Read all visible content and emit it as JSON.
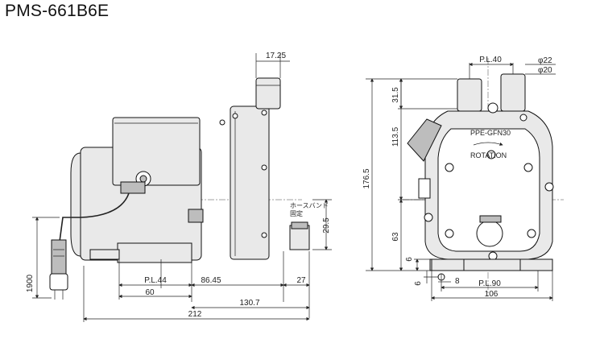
{
  "title": "PMS-661B6E",
  "side_view": {
    "dims": {
      "d17_25": "17.25",
      "d29_5": "29.5",
      "pl44": "P.L.44",
      "d60": "60",
      "d86_45": "86.45",
      "d27": "27",
      "d130_7": "130.7",
      "d212": "212",
      "d1900": "1900"
    },
    "hose_band_label": [
      "ホースバンド",
      "固定"
    ]
  },
  "front_view": {
    "dims": {
      "pl40": "P.L.40",
      "phi22": "φ22",
      "phi20": "φ20",
      "d31_5": "31.5",
      "d113_5": "113.5",
      "d176_5": "176.5",
      "d63": "63",
      "d6a": "6",
      "d6b": "6",
      "d8": "8",
      "pl90": "P.L.90",
      "d106": "106"
    },
    "material_label": "PPE-GFN30",
    "rotation_label": "ROTATION"
  }
}
